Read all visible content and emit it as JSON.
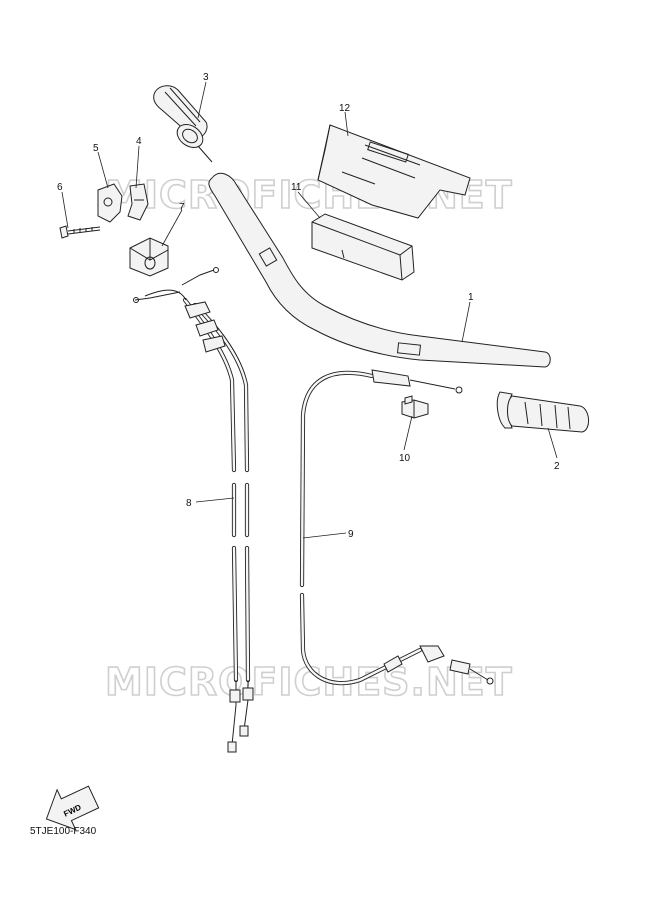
{
  "diagram_code": "5TJE100-F340",
  "fwd_label": "FWD",
  "watermark": "MICROFICHES.NET",
  "callouts": [
    "1",
    "2",
    "3",
    "4",
    "5",
    "6",
    "7",
    "8",
    "9",
    "10",
    "11",
    "12"
  ]
}
